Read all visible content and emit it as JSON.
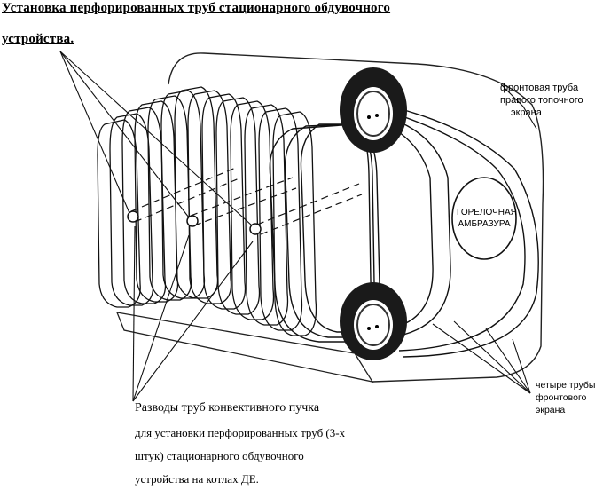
{
  "title": {
    "line1": "Установка перфорированных труб стационарного обдувочного",
    "line2": "устройства."
  },
  "labels": {
    "front_tube_right": [
      "фронтовая труба",
      "правого топочного",
      "экрана"
    ],
    "front_tubes_four": [
      "четыре трубы",
      "фронтового",
      "экрана"
    ],
    "burner_port": [
      "ГОРЕЛОЧНАЯ",
      "АМБРАЗУРА"
    ]
  },
  "caption": {
    "line1": "Разводы труб конвективного пучка",
    "line2": "для установки перфорированных труб (3-х",
    "line3": "штук) стационарного обдувочного",
    "line4": "устройства на котлах ДЕ."
  }
}
